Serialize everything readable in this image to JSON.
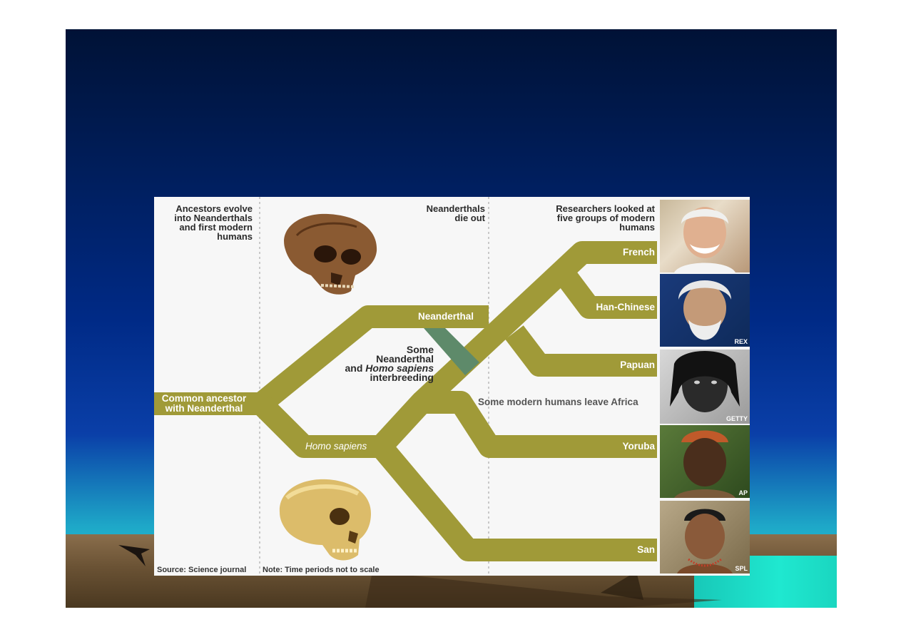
{
  "panel": {
    "col1_heading": [
      "Ancestors evolve",
      "into Neanderthals",
      "and first modern",
      "humans"
    ],
    "col2_heading": [
      "Neanderthals",
      "die out"
    ],
    "col3_heading": [
      "Researchers looked at",
      "five groups of modern",
      "humans"
    ],
    "common_ancestor": [
      "Common ancestor",
      "with Neanderthal"
    ],
    "neanderthal_label": "Neanderthal",
    "homo_sapiens_label": "Homo sapiens",
    "interbreeding": [
      "Some",
      "Neanderthal",
      "and ",
      "Homo sapiens",
      "interbreeding"
    ],
    "leave_africa": "Some modern humans leave Africa",
    "groups": [
      "French",
      "Han-Chinese",
      "Papuan",
      "Yoruba",
      "San"
    ],
    "photo_credits": [
      "",
      "REX",
      "GETTY",
      "AP",
      "SPL"
    ],
    "source": "Source: Science journal",
    "note": "Note: Time periods not to scale"
  },
  "colors": {
    "branch": "#a09a38",
    "interbreed": "#5e8a6a",
    "text_dark": "#2b2b2b"
  }
}
